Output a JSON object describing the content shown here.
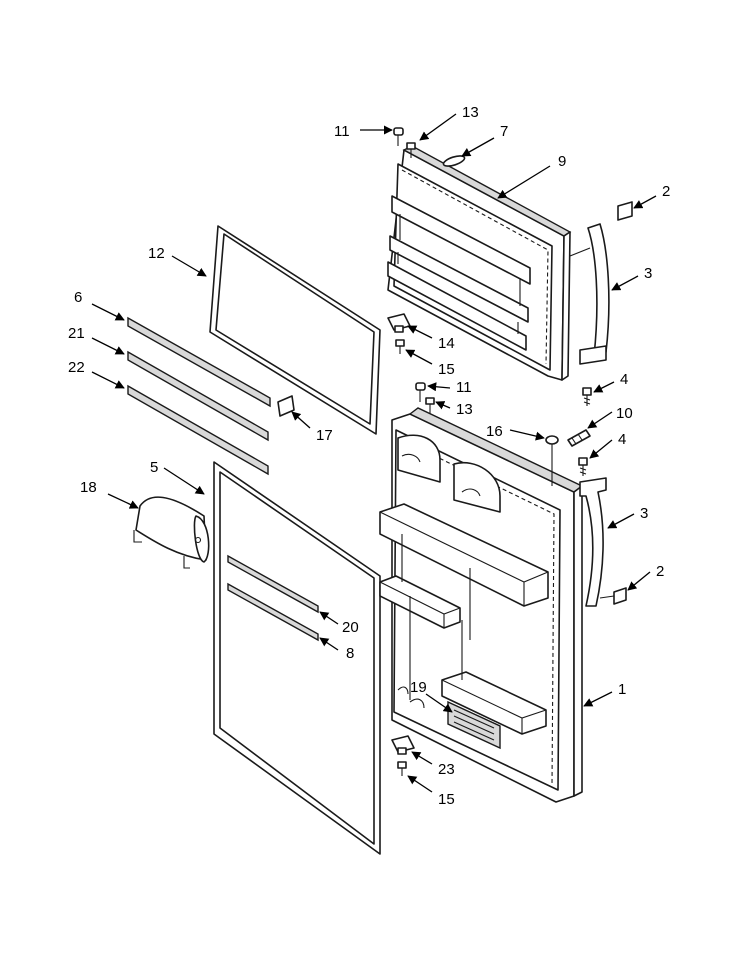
{
  "callouts": [
    {
      "id": "c1",
      "label": "11"
    },
    {
      "id": "c2",
      "label": "13"
    },
    {
      "id": "c3",
      "label": "7"
    },
    {
      "id": "c4",
      "label": "9"
    },
    {
      "id": "c5",
      "label": "2"
    },
    {
      "id": "c6",
      "label": "3"
    },
    {
      "id": "c7",
      "label": "12"
    },
    {
      "id": "c8",
      "label": "6"
    },
    {
      "id": "c9",
      "label": "21"
    },
    {
      "id": "c10",
      "label": "22"
    },
    {
      "id": "c11",
      "label": "14"
    },
    {
      "id": "c12",
      "label": "15"
    },
    {
      "id": "c13",
      "label": "4"
    },
    {
      "id": "c14",
      "label": "11"
    },
    {
      "id": "c15",
      "label": "13"
    },
    {
      "id": "c16",
      "label": "10"
    },
    {
      "id": "c17",
      "label": "16"
    },
    {
      "id": "c18",
      "label": "4"
    },
    {
      "id": "c19",
      "label": "17"
    },
    {
      "id": "c20",
      "label": "5"
    },
    {
      "id": "c21",
      "label": "18"
    },
    {
      "id": "c22",
      "label": "3"
    },
    {
      "id": "c23",
      "label": "2"
    },
    {
      "id": "c24",
      "label": "20"
    },
    {
      "id": "c25",
      "label": "8"
    },
    {
      "id": "c26",
      "label": "1"
    },
    {
      "id": "c27",
      "label": "19"
    },
    {
      "id": "c28",
      "label": "23"
    },
    {
      "id": "c29",
      "label": "15"
    }
  ]
}
